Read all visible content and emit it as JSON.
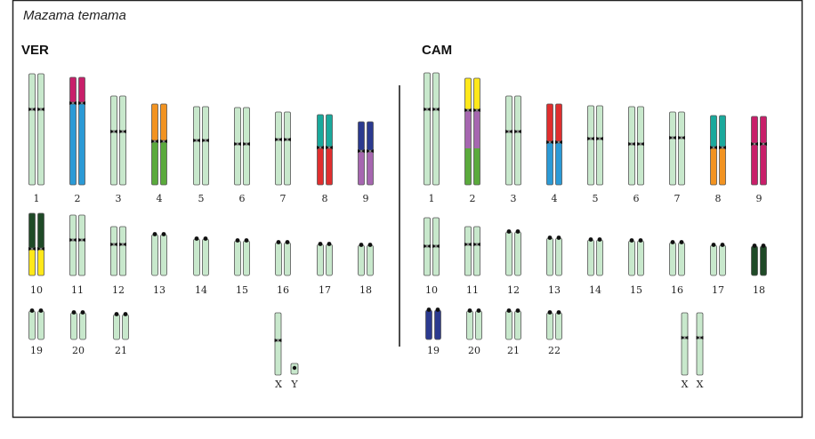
{
  "title": "Mazama temama",
  "colors": {
    "pale": "#c8e8cc",
    "magenta": "#c81f6a",
    "blue": "#2b9ad6",
    "orange": "#f29321",
    "green": "#5aaa3c",
    "teal": "#1aa99c",
    "red": "#e02e2e",
    "navy": "#2b3a8f",
    "purple": "#a666b0",
    "darkgreen": "#1f4a27",
    "yellow": "#ffe81a"
  },
  "karyotypes": [
    {
      "name": "VER",
      "chromosomes": [
        {
          "label": "1",
          "bands": [
            "pale"
          ]
        },
        {
          "label": "2",
          "bands": [
            "magenta",
            "blue"
          ]
        },
        {
          "label": "3",
          "bands": [
            "pale"
          ]
        },
        {
          "label": "4",
          "bands": [
            "orange",
            "green"
          ]
        },
        {
          "label": "5",
          "bands": [
            "pale"
          ]
        },
        {
          "label": "6",
          "bands": [
            "pale"
          ]
        },
        {
          "label": "7",
          "bands": [
            "pale"
          ]
        },
        {
          "label": "8",
          "bands": [
            "teal",
            "red"
          ]
        },
        {
          "label": "9",
          "bands": [
            "navy",
            "purple"
          ]
        },
        {
          "label": "10",
          "bands": [
            "darkgreen",
            "yellow"
          ]
        },
        {
          "label": "11",
          "bands": [
            "pale"
          ]
        },
        {
          "label": "12",
          "bands": [
            "pale"
          ]
        },
        {
          "label": "13",
          "bands": [
            "pale"
          ]
        },
        {
          "label": "14",
          "bands": [
            "pale"
          ]
        },
        {
          "label": "15",
          "bands": [
            "pale"
          ]
        },
        {
          "label": "16",
          "bands": [
            "pale"
          ]
        },
        {
          "label": "17",
          "bands": [
            "pale"
          ]
        },
        {
          "label": "18",
          "bands": [
            "pale"
          ]
        },
        {
          "label": "19",
          "bands": [
            "pale"
          ]
        },
        {
          "label": "20",
          "bands": [
            "pale"
          ]
        },
        {
          "label": "21",
          "bands": [
            "pale"
          ]
        }
      ],
      "sex": [
        "X",
        "Y"
      ]
    },
    {
      "name": "CAM",
      "chromosomes": [
        {
          "label": "1",
          "bands": [
            "pale"
          ]
        },
        {
          "label": "2",
          "bands": [
            "yellow",
            "purple",
            "green"
          ]
        },
        {
          "label": "3",
          "bands": [
            "pale"
          ]
        },
        {
          "label": "4",
          "bands": [
            "red",
            "blue"
          ]
        },
        {
          "label": "5",
          "bands": [
            "pale"
          ]
        },
        {
          "label": "6",
          "bands": [
            "pale"
          ]
        },
        {
          "label": "7",
          "bands": [
            "pale"
          ]
        },
        {
          "label": "8",
          "bands": [
            "teal",
            "orange"
          ]
        },
        {
          "label": "9",
          "bands": [
            "magenta"
          ]
        },
        {
          "label": "10",
          "bands": [
            "pale"
          ]
        },
        {
          "label": "11",
          "bands": [
            "pale"
          ]
        },
        {
          "label": "12",
          "bands": [
            "pale"
          ]
        },
        {
          "label": "13",
          "bands": [
            "pale"
          ]
        },
        {
          "label": "14",
          "bands": [
            "pale"
          ]
        },
        {
          "label": "15",
          "bands": [
            "pale"
          ]
        },
        {
          "label": "16",
          "bands": [
            "pale"
          ]
        },
        {
          "label": "17",
          "bands": [
            "pale"
          ]
        },
        {
          "label": "18",
          "bands": [
            "darkgreen"
          ]
        },
        {
          "label": "19",
          "bands": [
            "navy"
          ]
        },
        {
          "label": "20",
          "bands": [
            "pale"
          ]
        },
        {
          "label": "21",
          "bands": [
            "pale"
          ]
        },
        {
          "label": "22",
          "bands": [
            "pale"
          ]
        }
      ],
      "sex": [
        "X",
        "X"
      ]
    }
  ]
}
